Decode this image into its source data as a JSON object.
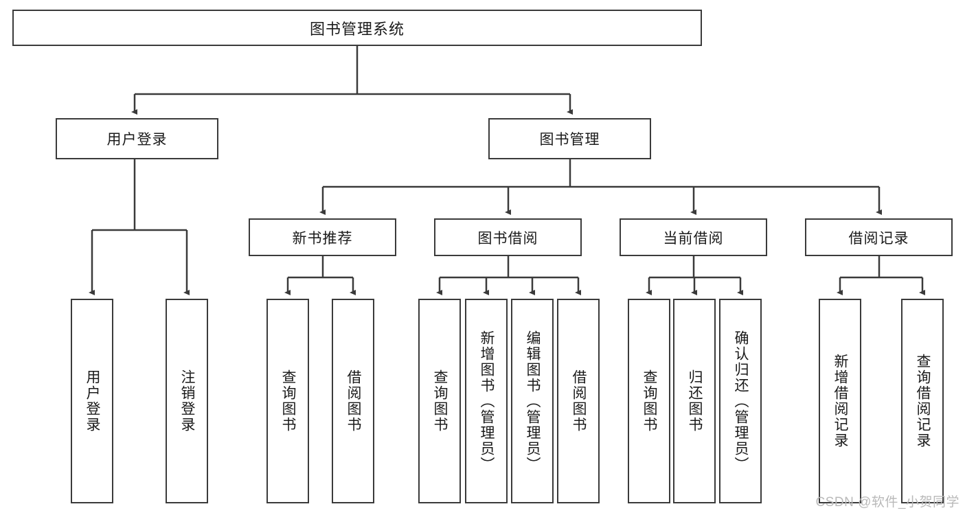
{
  "diagram": {
    "title": "图书管理系统",
    "watermark": "CSDN @软件_小贺同学",
    "colors": {
      "stroke": "#3a3a3a",
      "text": "#1a1a1a",
      "background": "#ffffff",
      "watermark": "#b9b9b9"
    },
    "root": {
      "label": "图书管理系统"
    },
    "level2": [
      {
        "label": "用户登录"
      },
      {
        "label": "图书管理"
      }
    ],
    "level3": [
      {
        "label": "新书推荐"
      },
      {
        "label": "图书借阅"
      },
      {
        "label": "当前借阅"
      },
      {
        "label": "借阅记录"
      }
    ],
    "leaves": {
      "user_login": [
        {
          "label": "用户登录"
        },
        {
          "label": "注销登录"
        }
      ],
      "new_book_recommend": [
        {
          "label": "查询图书"
        },
        {
          "label": "借阅图书"
        }
      ],
      "book_borrow": [
        {
          "label": "查询图书"
        },
        {
          "label": "新增图书（管理员）"
        },
        {
          "label": "编辑图书（管理员）"
        },
        {
          "label": "借阅图书"
        }
      ],
      "current_borrow": [
        {
          "label": "查询图书"
        },
        {
          "label": "归还图书"
        },
        {
          "label": "确认归还（管理员）"
        }
      ],
      "borrow_records": [
        {
          "label": "新增借阅记录"
        },
        {
          "label": "查询借阅记录"
        }
      ]
    }
  }
}
